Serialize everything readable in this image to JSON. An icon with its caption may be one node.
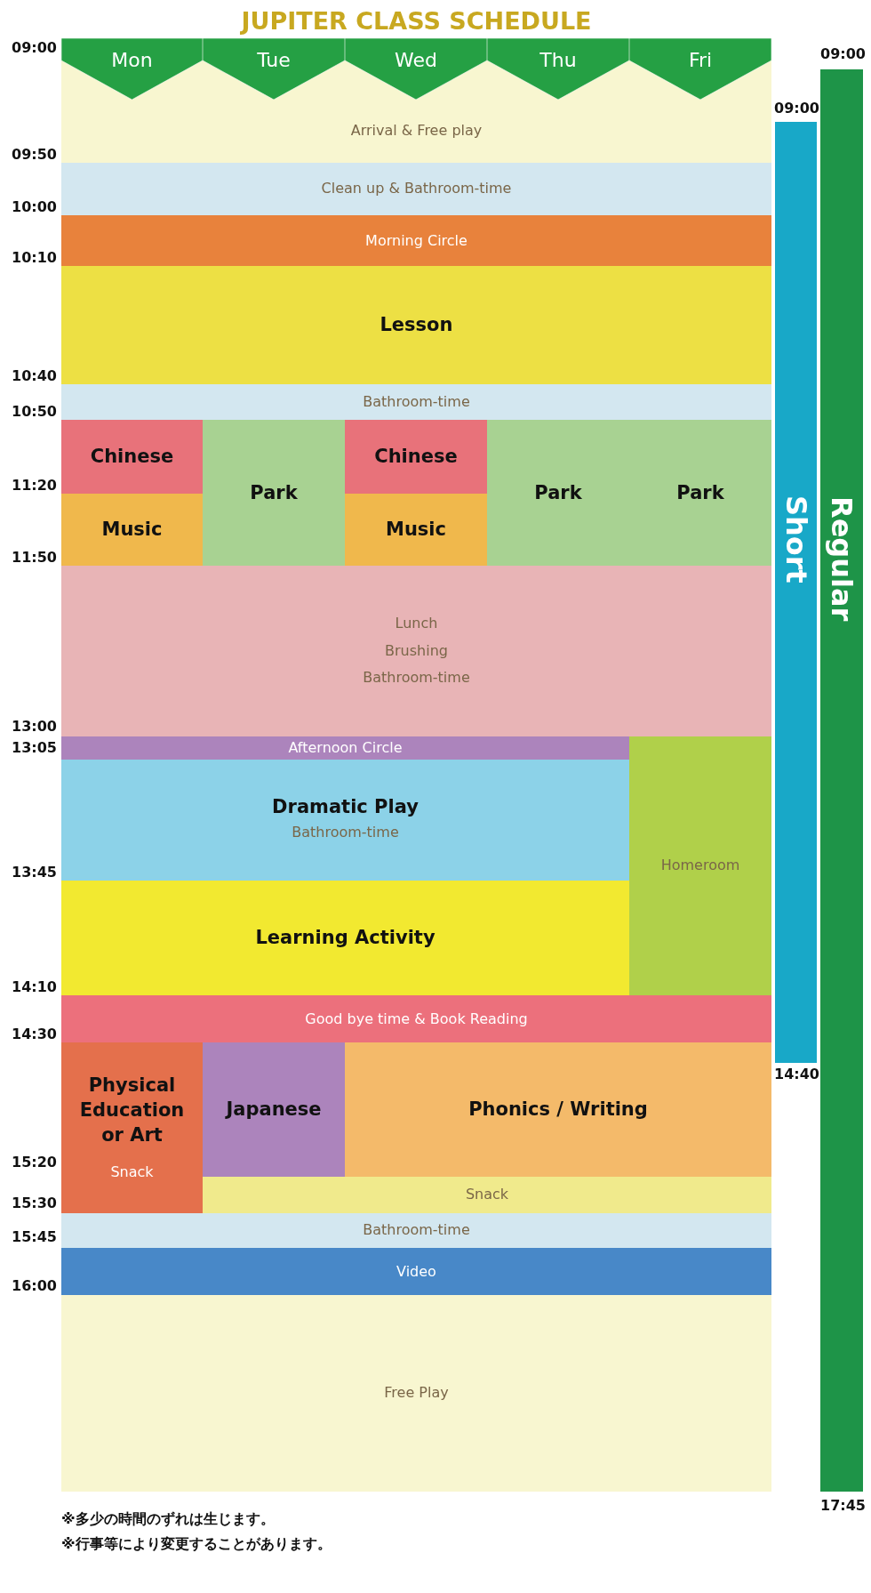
{
  "diagram": {
    "title": "JUPITER CLASS SCHEDULE",
    "nodes": [
      {
        "text": [
          "Mon"
        ]
      },
      {
        "text": [
          "Tue"
        ]
      },
      {
        "text": [
          "Wed"
        ]
      },
      {
        "text": [
          "Thu"
        ]
      },
      {
        "text": [
          "Fri"
        ]
      },
      {
        "text": [
          "Arrival & Free play"
        ]
      },
      {
        "text": [
          "Clean up & Bathroom-time"
        ]
      },
      {
        "text": [
          "Morning Circle"
        ]
      },
      {
        "text": [
          "Lesson"
        ]
      },
      {
        "text": [
          "Bathroom-time"
        ]
      },
      {
        "text": [
          "Chinese"
        ]
      },
      {
        "text": [
          "Park"
        ]
      },
      {
        "text": [
          "Chinese"
        ]
      },
      {
        "text": [
          "Park"
        ]
      },
      {
        "text": [
          "Park"
        ]
      },
      {
        "text": [
          "Music"
        ]
      },
      {
        "text": [
          "Music"
        ]
      },
      {
        "text": [
          "Lunch",
          "Brushing",
          "Bathroom-time"
        ]
      },
      {
        "text": [
          "Afternoon Circle"
        ]
      },
      {
        "text": [
          "Homeroom"
        ]
      },
      {
        "text": [
          "Dramatic Play",
          "Bathroom-time"
        ]
      },
      {
        "text": [
          "Learning Activity"
        ]
      },
      {
        "text": [
          "Good bye time & Book Reading"
        ]
      },
      {
        "text": [
          "Physical Education or Art",
          "Snack"
        ]
      },
      {
        "text": [
          "Japanese"
        ]
      },
      {
        "text": [
          "Phonics / Writing"
        ]
      },
      {
        "text": [
          "Snack"
        ]
      },
      {
        "text": [
          "Bathroom-time"
        ]
      },
      {
        "text": [
          "Video"
        ]
      },
      {
        "text": [
          "Free Play"
        ]
      },
      {
        "text": [
          "Short"
        ]
      },
      {
        "text": [
          "Regular"
        ]
      }
    ],
    "labels": [
      "09:00",
      "09:50",
      "10:00",
      "10:10",
      "10:40",
      "10:50",
      "11:20",
      "11:50",
      "13:00",
      "13:05",
      "13:45",
      "14:10",
      "14:30",
      "15:20",
      "15:30",
      "15:45",
      "16:00",
      "09:00",
      "09:00",
      "14:40",
      "17:45",
      "※多少の時間のずれは生じます。",
      "※行事等により変更することがあります。"
    ]
  }
}
